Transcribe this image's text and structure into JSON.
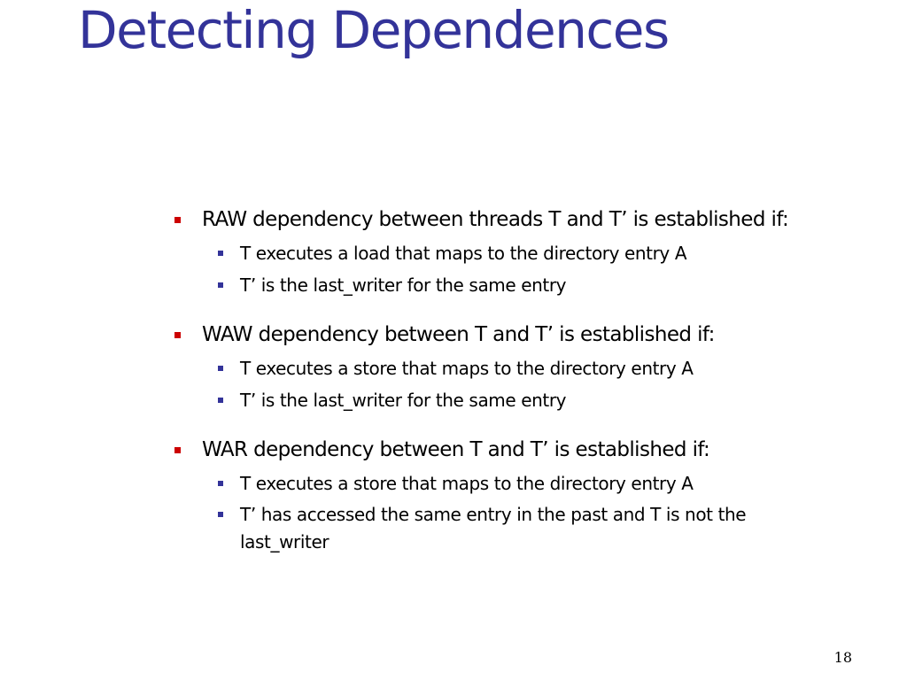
{
  "slide": {
    "title": "Detecting Dependences",
    "page_number": "18",
    "bullets": [
      {
        "text": "RAW dependency between threads T and T’ is established if:",
        "sub": [
          "T executes a load that maps to the directory entry A",
          "T’ is the last_writer for the same entry"
        ]
      },
      {
        "text": "WAW dependency between T and T’ is established if:",
        "sub": [
          "T executes a store that maps to the directory entry A",
          "T’ is the last_writer for the same entry"
        ]
      },
      {
        "text": "WAR dependency between T and T’ is established if:",
        "sub": [
          "T executes a store that maps to the directory entry A",
          "T’ has accessed the same entry in the past and T is not the last_writer"
        ]
      }
    ]
  }
}
